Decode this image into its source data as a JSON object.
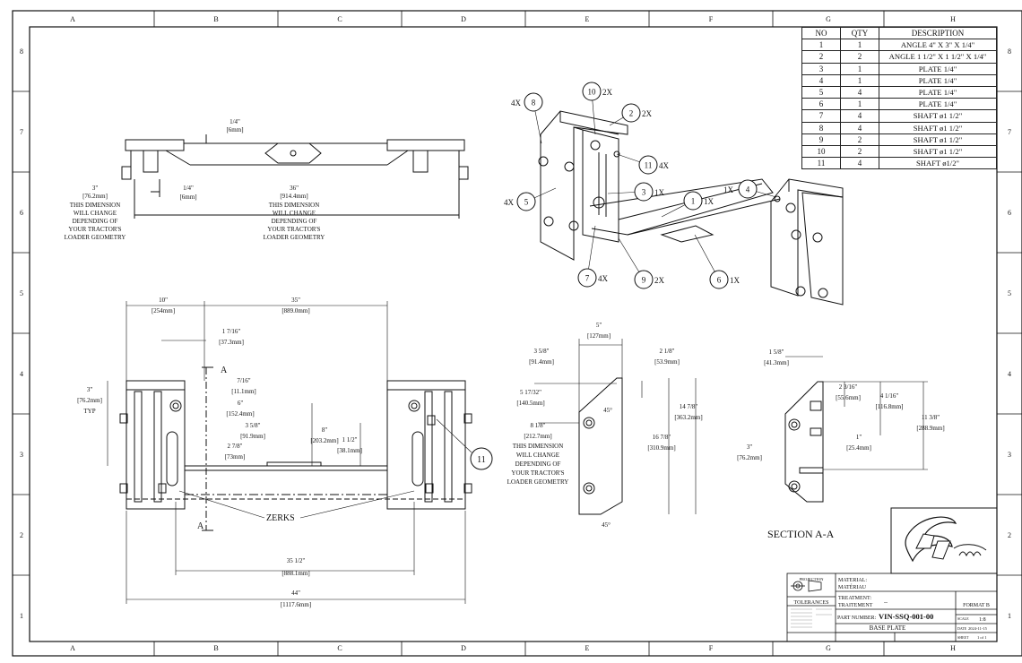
{
  "zones": {
    "columns": [
      "A",
      "B",
      "C",
      "D",
      "E",
      "F",
      "G",
      "H"
    ],
    "rows": [
      "8",
      "7",
      "6",
      "5",
      "4",
      "3",
      "2",
      "1"
    ]
  },
  "bom": {
    "headers": [
      "NO",
      "QTY",
      "DESCRIPTION"
    ],
    "rows": [
      [
        "1",
        "1",
        "ANGLE 4\" X 3\" X 1/4\""
      ],
      [
        "2",
        "2",
        "ANGLE 1 1/2\" X 1 1/2\" X 1/4\""
      ],
      [
        "3",
        "1",
        "PLATE 1/4\""
      ],
      [
        "4",
        "1",
        "PLATE 1/4\""
      ],
      [
        "5",
        "4",
        "PLATE 1/4\""
      ],
      [
        "6",
        "1",
        "PLATE 1/4\""
      ],
      [
        "7",
        "4",
        "SHAFT ø1 1/2\""
      ],
      [
        "8",
        "4",
        "SHAFT ø1 1/2\""
      ],
      [
        "9",
        "2",
        "SHAFT ø1 1/2\""
      ],
      [
        "10",
        "2",
        "SHAFT ø1 1/2\""
      ],
      [
        "11",
        "4",
        "SHAFT ø1/2\""
      ]
    ]
  },
  "balloons": [
    {
      "num": "8",
      "qty": "4X"
    },
    {
      "num": "10",
      "qty": "2X"
    },
    {
      "num": "2",
      "qty": "2X"
    },
    {
      "num": "11",
      "qty": "4X"
    },
    {
      "num": "5",
      "qty": "4X"
    },
    {
      "num": "3",
      "qty": "1X"
    },
    {
      "num": "1",
      "qty": "1X"
    },
    {
      "num": "4",
      "qty": "1X"
    },
    {
      "num": "7",
      "qty": "4X"
    },
    {
      "num": "9",
      "qty": "2X"
    },
    {
      "num": "6",
      "qty": "1X"
    }
  ],
  "front_view": {
    "balloon_11": "11",
    "zerks_label": "ZERKS",
    "section_mark": "A"
  },
  "section_title": "SECTION A-A",
  "title_block": {
    "projection_label": "PROJECTION",
    "tolerances_label": "TOLERANCES",
    "material_label": "MATERIAL:",
    "material_label_fr": "MATÉRIAU",
    "treatment_label": "TREATMENT:",
    "treatment_label_fr": "TRAITEMENT",
    "treatment_value": "--",
    "part_number_label": "PART NUMBER:",
    "part_number": "VIN-SSQ-001-00",
    "part_name": "BASE PLATE",
    "format": "FORMAT B",
    "scale_label": "SCALE",
    "scale_value": "1:8",
    "date_label": "DATE",
    "date_value": "2024-11-15",
    "sheet_label": "SHEET",
    "sheet_value": "1 of 1"
  },
  "colors": {
    "line": "#111111",
    "blur_text": "#9a9a9a",
    "paper": "#ffffff"
  }
}
